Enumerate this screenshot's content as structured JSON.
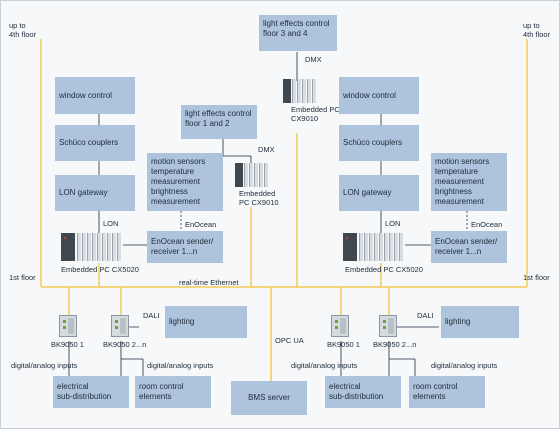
{
  "edge_labels": {
    "up_left": "up to\n4th floor",
    "up_right": "up to\n4th floor",
    "first_floor_left": "1st floor",
    "first_floor_right": "1st floor",
    "realtime_ethernet": "real-time Ethernet",
    "opc_ua": "OPC UA"
  },
  "center": {
    "light_top": "light effects control\nfloor 3 and 4",
    "dmx_top": "DMX",
    "pc_top": "Embedded PC\nCX9010",
    "light_mid": "light effects control\nfloor 1 and 2",
    "dmx_mid": "DMX",
    "pc_mid": "Embedded\nPC CX9010",
    "bms": "BMS server"
  },
  "left": {
    "window": "window control",
    "schuco": "Schüco couplers",
    "lon_gateway": "LON gateway",
    "lon": "LON",
    "sensors": "motion sensors\ntemperature\nmeasurement\nbrightness\nmeasurement",
    "enocean": "EnOcean",
    "enocean_box": "EnOcean sender/\nreceiver 1...n",
    "pc": "Embedded PC CX5020",
    "bk1": "BK9050 1",
    "bk2": "BK9050 2...n",
    "dali": "DALI",
    "lighting": "lighting",
    "dig1": "digital/analog inputs",
    "dig2": "digital/analog inputs",
    "electrical": "electrical\nsub-distribution",
    "room": "room control\nelements"
  },
  "right": {
    "window": "window control",
    "schuco": "Schüco couplers",
    "lon_gateway": "LON gateway",
    "lon": "LON",
    "sensors": "motion sensors\ntemperature\nmeasurement\nbrightness\nmeasurement",
    "enocean": "EnOcean",
    "enocean_box": "EnOcean sender/\nreceiver 1...n",
    "pc": "Embedded PC CX5020",
    "bk1": "BK9050 1",
    "bk2": "BK9050 2...n",
    "dali": "DALI",
    "lighting": "lighting",
    "dig1": "digital/analog inputs",
    "dig2": "digital/analog inputs",
    "electrical": "electrical\nsub-distribution",
    "room": "room control\nelements"
  },
  "colors": {
    "box_fill": "#aec4dc",
    "ethernet_line": "#f2c230",
    "bus_line": "#1d2b3a",
    "text": "#1d2b3a"
  }
}
